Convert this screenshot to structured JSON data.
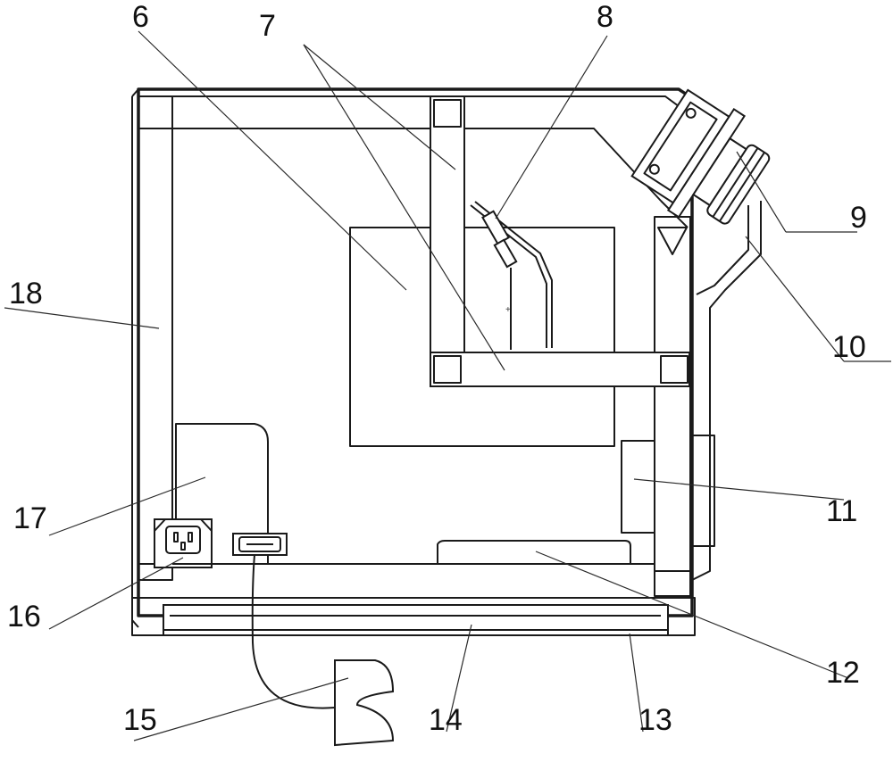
{
  "callouts": [
    {
      "id": "6",
      "label": "6"
    },
    {
      "id": "7",
      "label": "7"
    },
    {
      "id": "8",
      "label": "8"
    },
    {
      "id": "9",
      "label": "9"
    },
    {
      "id": "10",
      "label": "10"
    },
    {
      "id": "11",
      "label": "11"
    },
    {
      "id": "12",
      "label": "12"
    },
    {
      "id": "13",
      "label": "13"
    },
    {
      "id": "14",
      "label": "14"
    },
    {
      "id": "15",
      "label": "15"
    },
    {
      "id": "16",
      "label": "16"
    },
    {
      "id": "17",
      "label": "17"
    },
    {
      "id": "18",
      "label": "18"
    }
  ],
  "colors": {
    "line": "#1a1a1a",
    "background": "#ffffff"
  }
}
